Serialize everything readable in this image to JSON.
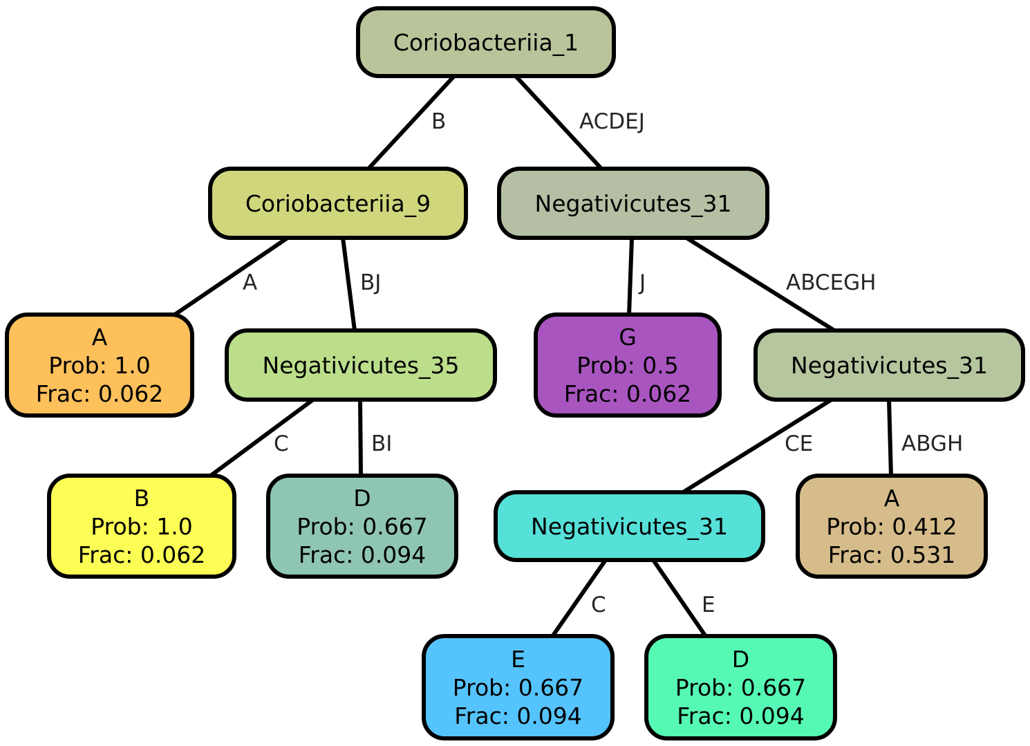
{
  "nodes": {
    "root": {
      "lines": [
        "Coriobacteriia_1"
      ],
      "color": "#bac49a"
    },
    "c9": {
      "lines": [
        "Coriobacteriia_9"
      ],
      "color": "#cfd67c"
    },
    "n31a": {
      "lines": [
        "Negativicutes_31"
      ],
      "color": "#b5bfa3"
    },
    "leafA1": {
      "lines": [
        "A",
        "Prob: 1.0",
        "Frac: 0.062"
      ],
      "color": "#fdc05b"
    },
    "n35": {
      "lines": [
        "Negativicutes_35"
      ],
      "color": "#bcde8b"
    },
    "leafG": {
      "lines": [
        "G",
        "Prob: 0.5",
        "Frac: 0.062"
      ],
      "color": "#a955c0"
    },
    "n31b": {
      "lines": [
        "Negativicutes_31"
      ],
      "color": "#b6c69f"
    },
    "leafB": {
      "lines": [
        "B",
        "Prob: 1.0",
        "Frac: 0.062"
      ],
      "color": "#fdfe55"
    },
    "leafD1": {
      "lines": [
        "D",
        "Prob: 0.667",
        "Frac: 0.094"
      ],
      "color": "#8fc6b2"
    },
    "n31c": {
      "lines": [
        "Negativicutes_31"
      ],
      "color": "#55e0d8"
    },
    "leafA2": {
      "lines": [
        "A",
        "Prob: 0.412",
        "Frac: 0.531"
      ],
      "color": "#d5bc8a"
    },
    "leafE": {
      "lines": [
        "E",
        "Prob: 0.667",
        "Frac: 0.094"
      ],
      "color": "#55c4fe"
    },
    "leafD2": {
      "lines": [
        "D",
        "Prob: 0.667",
        "Frac: 0.094"
      ],
      "color": "#55f9b4"
    }
  },
  "edges": [
    {
      "from": "root",
      "to": "c9",
      "label": "B"
    },
    {
      "from": "root",
      "to": "n31a",
      "label": "ACDEJ"
    },
    {
      "from": "c9",
      "to": "leafA1",
      "label": "A"
    },
    {
      "from": "c9",
      "to": "n35",
      "label": "BJ"
    },
    {
      "from": "n35",
      "to": "leafB",
      "label": "C"
    },
    {
      "from": "n35",
      "to": "leafD1",
      "label": "BI"
    },
    {
      "from": "n31a",
      "to": "leafG",
      "label": "J"
    },
    {
      "from": "n31a",
      "to": "n31b",
      "label": "ABCEGH"
    },
    {
      "from": "n31b",
      "to": "n31c",
      "label": "CE"
    },
    {
      "from": "n31b",
      "to": "leafA2",
      "label": "ABGH"
    },
    {
      "from": "n31c",
      "to": "leafE",
      "label": "C"
    },
    {
      "from": "n31c",
      "to": "leafD2",
      "label": "E"
    }
  ]
}
